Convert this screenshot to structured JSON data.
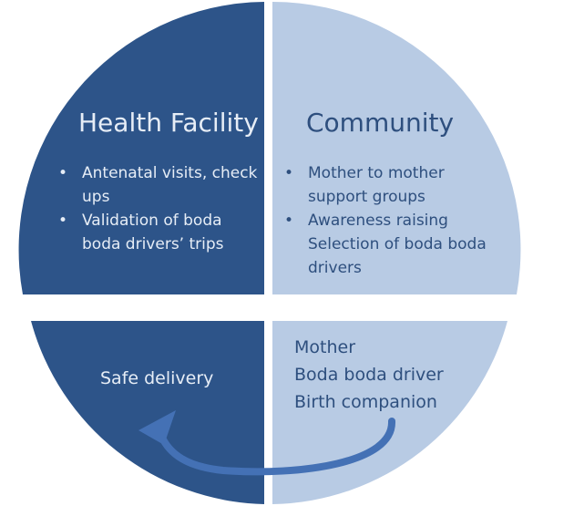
{
  "colors": {
    "dark_quadrant": "#2d5489",
    "light_quadrant": "#b8cbe4",
    "arrow": "#4471b5",
    "divider": "#ffffff"
  },
  "quadrants": {
    "health_facility": {
      "title": "Health Facility",
      "bullets": [
        "Antenatal visits, check ups",
        "Validation of boda boda drivers’ trips"
      ]
    },
    "community": {
      "title": "Community",
      "bullets": [
        "Mother to mother support groups",
        "Awareness raising"
      ],
      "extra_line": "Selection of boda boda drivers"
    },
    "outcome": {
      "label": "Safe delivery"
    },
    "actors": {
      "lines": [
        "Mother",
        "Boda boda driver",
        "Birth companion"
      ]
    }
  },
  "arrow": {
    "from": "actors",
    "to": "outcome",
    "icon": "curved-arrow-icon"
  }
}
